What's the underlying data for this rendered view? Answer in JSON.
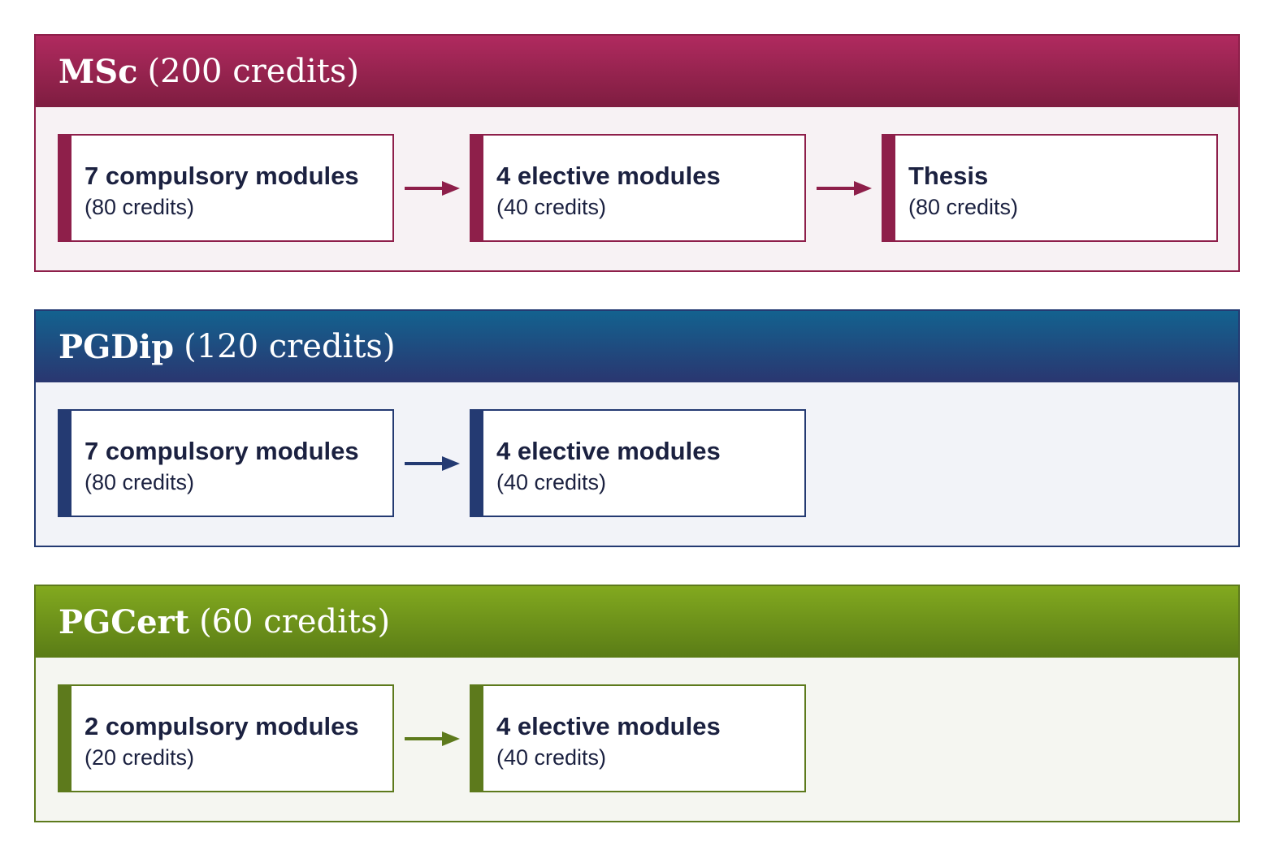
{
  "colors": {
    "msc": "#8e1f4a",
    "pgdip": "#243a72",
    "pgcert": "#5d7a1c"
  },
  "programs": [
    {
      "name": "MSc",
      "credits": "(200 credits)",
      "steps": [
        {
          "title": "7 compulsory modules",
          "credits": "(80 credits)"
        },
        {
          "title": "4 elective modules",
          "credits": "(40 credits)"
        },
        {
          "title": "Thesis",
          "credits": "(80 credits)"
        }
      ]
    },
    {
      "name": "PGDip",
      "credits": "(120 credits)",
      "steps": [
        {
          "title": "7 compulsory modules",
          "credits": "(80 credits)"
        },
        {
          "title": "4 elective modules",
          "credits": "(40 credits)"
        }
      ]
    },
    {
      "name": "PGCert",
      "credits": "(60 credits)",
      "steps": [
        {
          "title": "2 compulsory modules",
          "credits": "(20 credits)"
        },
        {
          "title": "4 elective modules",
          "credits": "(40 credits)"
        }
      ]
    }
  ]
}
